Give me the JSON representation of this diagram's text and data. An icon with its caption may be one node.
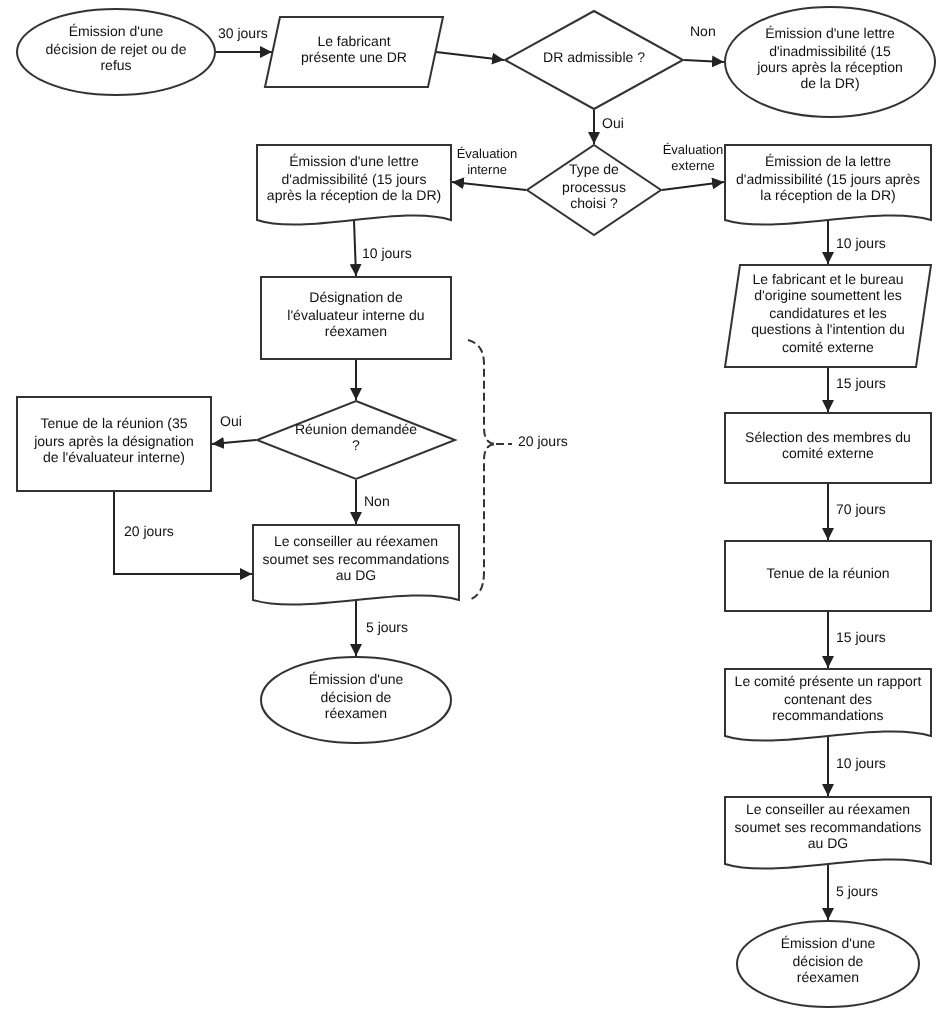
{
  "diagram": {
    "nodes": [
      {
        "text": [
          "Émission d'une décision de rejet ou de refus"
        ]
      },
      {
        "text": [
          "Le fabricant présente une DR"
        ]
      },
      {
        "text": [
          "DR admissible ?"
        ]
      },
      {
        "text": [
          "Émission d'une lettre d'inadmissibilité (15 jours après la réception de la DR)"
        ]
      },
      {
        "text": [
          "Émission d'une lettre d'admissibilité (15 jours après la réception de la DR)"
        ]
      },
      {
        "text": [
          "Type de processus choisi ?"
        ]
      },
      {
        "text": [
          "Émission de la lettre d'admissibilité (15 jours après la réception de la DR)"
        ]
      },
      {
        "text": [
          "Désignation de l'évaluateur interne du réexamen"
        ]
      },
      {
        "text": [
          "Réunion demandée ?"
        ]
      },
      {
        "text": [
          "Tenue de la réunion (35 jours après la désignation de l'évaluateur interne)"
        ]
      },
      {
        "text": [
          "Le conseiller au réexamen soumet ses recommandations au DG"
        ]
      },
      {
        "text": [
          "Émission d'une décision de réexamen"
        ]
      },
      {
        "text": [
          "Le fabricant et le bureau d'origine soumettent les candidatures et les questions à l'intention du comité externe"
        ]
      },
      {
        "text": [
          "Sélection des membres du comité externe"
        ]
      },
      {
        "text": [
          "Tenue de la réunion"
        ]
      },
      {
        "text": [
          "Le comité présente un rapport contenant des recommandations"
        ]
      },
      {
        "text": [
          "Le conseiller au réexamen soumet ses recommandations au DG"
        ]
      },
      {
        "text": [
          "Émission d'une décision de réexamen"
        ]
      }
    ],
    "edges": [
      {
        "from": 0,
        "to": 1,
        "arrow": "to",
        "label": "30 jours"
      },
      {
        "from": 1,
        "to": 2,
        "arrow": "to"
      },
      {
        "from": 2,
        "to": 3,
        "arrow": "to",
        "label": "Non"
      },
      {
        "from": 2,
        "to": 5,
        "arrow": "to",
        "label": "Oui"
      },
      {
        "from": 5,
        "to": 4,
        "arrow": "to",
        "label": "Évaluation interne"
      },
      {
        "from": 5,
        "to": 6,
        "arrow": "to",
        "label": "Évaluation externe"
      },
      {
        "from": 4,
        "to": 7,
        "arrow": "to",
        "label": "10 jours"
      },
      {
        "from": 7,
        "to": 8,
        "arrow": "to"
      },
      {
        "from": 8,
        "to": 9,
        "arrow": "to",
        "label": "Oui"
      },
      {
        "from": 8,
        "to": 10,
        "arrow": "to",
        "label": "Non"
      },
      {
        "from": 9,
        "to": 10,
        "arrow": "to",
        "label": "20 jours"
      },
      {
        "from": 10,
        "to": 11,
        "arrow": "to",
        "label": "5 jours"
      },
      {
        "from": 6,
        "to": 12,
        "arrow": "to",
        "label": "10 jours"
      },
      {
        "from": 12,
        "to": 13,
        "arrow": "to",
        "label": "15 jours"
      },
      {
        "from": 13,
        "to": 14,
        "arrow": "to",
        "label": "70 jours"
      },
      {
        "from": 14,
        "to": 15,
        "arrow": "to",
        "label": "15 jours"
      },
      {
        "from": 15,
        "to": 16,
        "arrow": "to",
        "label": "10 jours"
      },
      {
        "from": 16,
        "to": 17,
        "arrow": "to",
        "label": "5 jours"
      }
    ],
    "labels": [
      "20 jours"
    ]
  }
}
